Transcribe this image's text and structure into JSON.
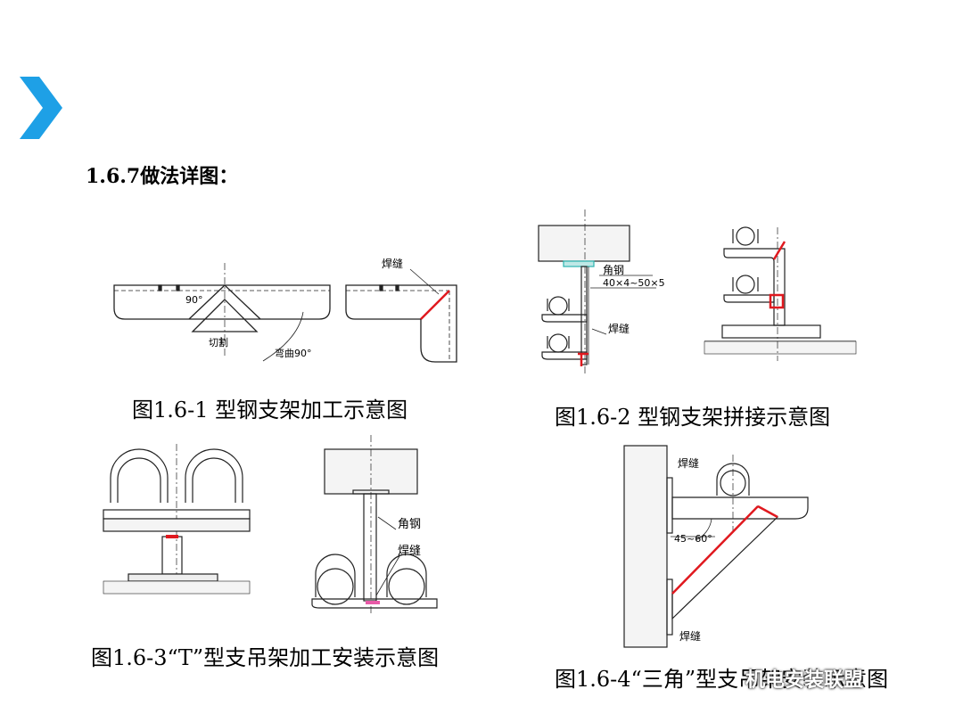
{
  "section_title": "1.6.7做法详图：",
  "figures": {
    "fig1": {
      "caption": "图1.6-1 型钢支架加工示意图",
      "labels": {
        "angle": "90°",
        "cut": "切割",
        "bend": "弯曲90°",
        "weld": "焊缝"
      }
    },
    "fig2": {
      "caption": "图1.6-2 型钢支架拼接示意图",
      "labels": {
        "angle_steel": "角钢",
        "spec": "40×4~50×5",
        "weld": "焊缝"
      }
    },
    "fig3": {
      "caption": "图1.6-3“T”型支吊架加工安装示意图",
      "labels": {
        "angle_steel": "角钢",
        "weld": "焊缝"
      }
    },
    "fig4": {
      "caption": "图1.6-4“三角”型支吊架安装示意图",
      "labels": {
        "weld_top": "焊缝",
        "angle": "45~60°",
        "weld_bottom": "焊缝"
      }
    }
  },
  "watermark": "机电安装联盟",
  "colors": {
    "accent": "#1ea0e6",
    "weld": "#e0191f",
    "line": "#222222",
    "teal": "#2bb5b0"
  }
}
